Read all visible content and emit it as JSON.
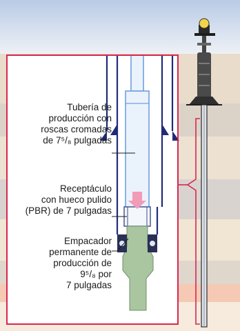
{
  "labels": {
    "tubing": "Tubería de\nproducción con\nroscas cromadas\nde 7⁵/₈ pulgadas",
    "pbr": "Receptáculo\ncon hueco pulido\n(PBR) de 7 pulgadas",
    "packer": "Empacador\npermanente de\nproducción de\n9⁵/₈ por\n7 pulgadas"
  },
  "colors": {
    "sky_top": "#b9cbe6",
    "sky_bottom": "#eef1f5",
    "highlight_box": "#d9264f",
    "casing": "#1f2b78",
    "tubing": "#6f9fdf",
    "packer": "#a9c6a1",
    "flow_arrow": "#f39ab6",
    "strata": [
      "#e9dccb",
      "#dcd3c8",
      "#ede2d2",
      "#d9d3cf",
      "#f1e5d4",
      "#dfd6cc",
      "#f5c9b4",
      "#f6ebdc"
    ]
  },
  "icons": {
    "wellhead": "wellhead-icon",
    "flow_arrow": "down-arrow-icon"
  }
}
